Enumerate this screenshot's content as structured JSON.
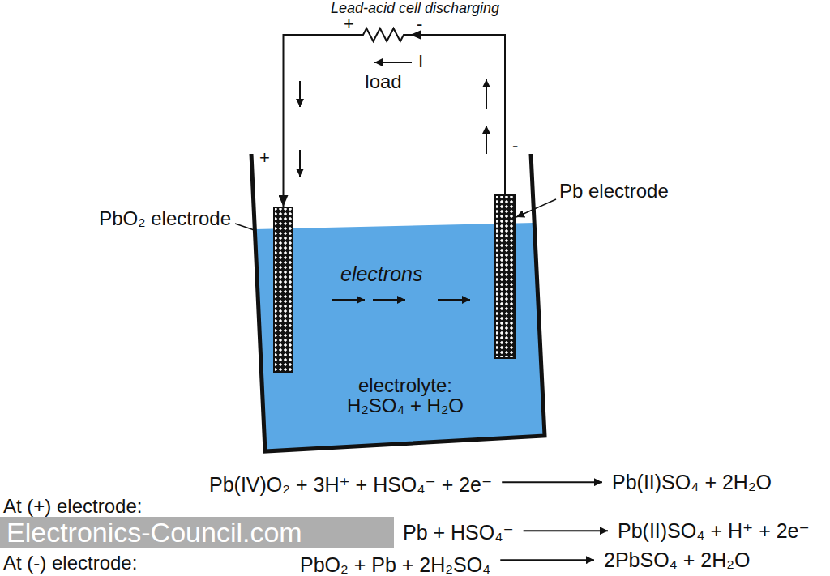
{
  "diagram": {
    "title": "Lead-acid cell discharging",
    "nodes": [
      {
        "text": [
          "load"
        ]
      },
      {
        "text": [
          "electrolyte: H₂SO₄ + H₂O"
        ]
      },
      {
        "text": [
          "PbO₂ electrode"
        ],
        "in": 1
      },
      {
        "text": [
          "Pb electrode"
        ],
        "in": 1
      }
    ],
    "edges": [
      {
        "from": 3,
        "to": 0,
        "arrow": "to"
      },
      {
        "from": 0,
        "to": 2,
        "arrow": "to"
      }
    ],
    "labels": [
      "+",
      "-",
      "I",
      "+",
      "-",
      "electrons",
      "At (+) electrode:",
      "Pb(IV)O₂ + 3H⁺ + HSO₄⁻ + 2e⁻",
      "Pb(II)SO₄ + 2H₂O",
      "Electronics-Council.com",
      "Pb + HSO₄⁻",
      "Pb(II)SO₄ + H⁺ + 2e⁻",
      "At (-) electrode:",
      "PbO₂ + Pb + 2H₂SO₄",
      "2PbSO₄ + 2H₂O"
    ]
  }
}
